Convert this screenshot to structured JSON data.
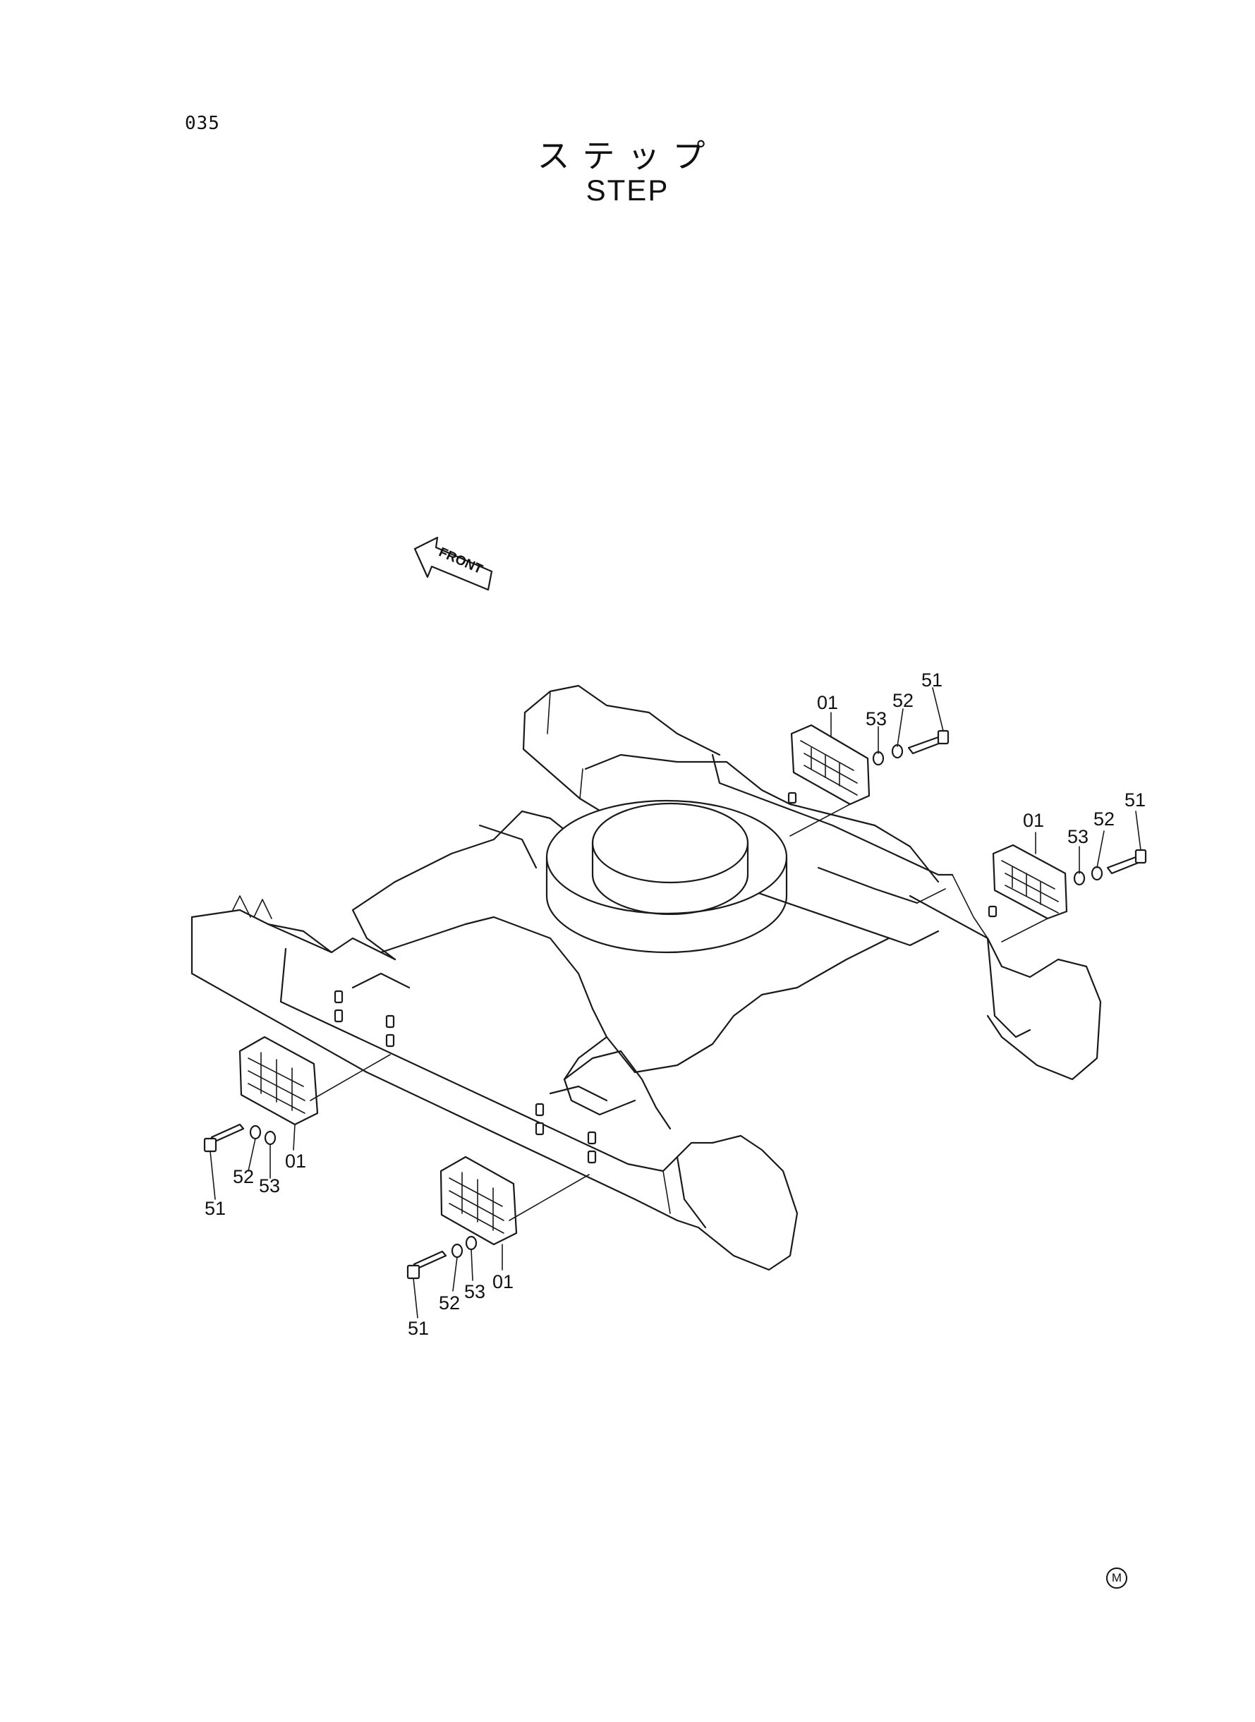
{
  "page_number": "035",
  "title_jp": "ステップ",
  "title_en": "STEP",
  "front_label": "FRONT",
  "callouts": {
    "upper_right_a": {
      "part": "01",
      "bolt": "51",
      "lockwasher": "52",
      "washer": "53"
    },
    "upper_right_b": {
      "part": "01",
      "bolt": "51",
      "lockwasher": "52",
      "washer": "53"
    },
    "lower_left_a": {
      "part": "01",
      "bolt": "51",
      "lockwasher": "52",
      "washer": "53"
    },
    "lower_left_b": {
      "part": "01",
      "bolt": "51",
      "lockwasher": "52",
      "washer": "53"
    }
  },
  "footer_mark": "M"
}
